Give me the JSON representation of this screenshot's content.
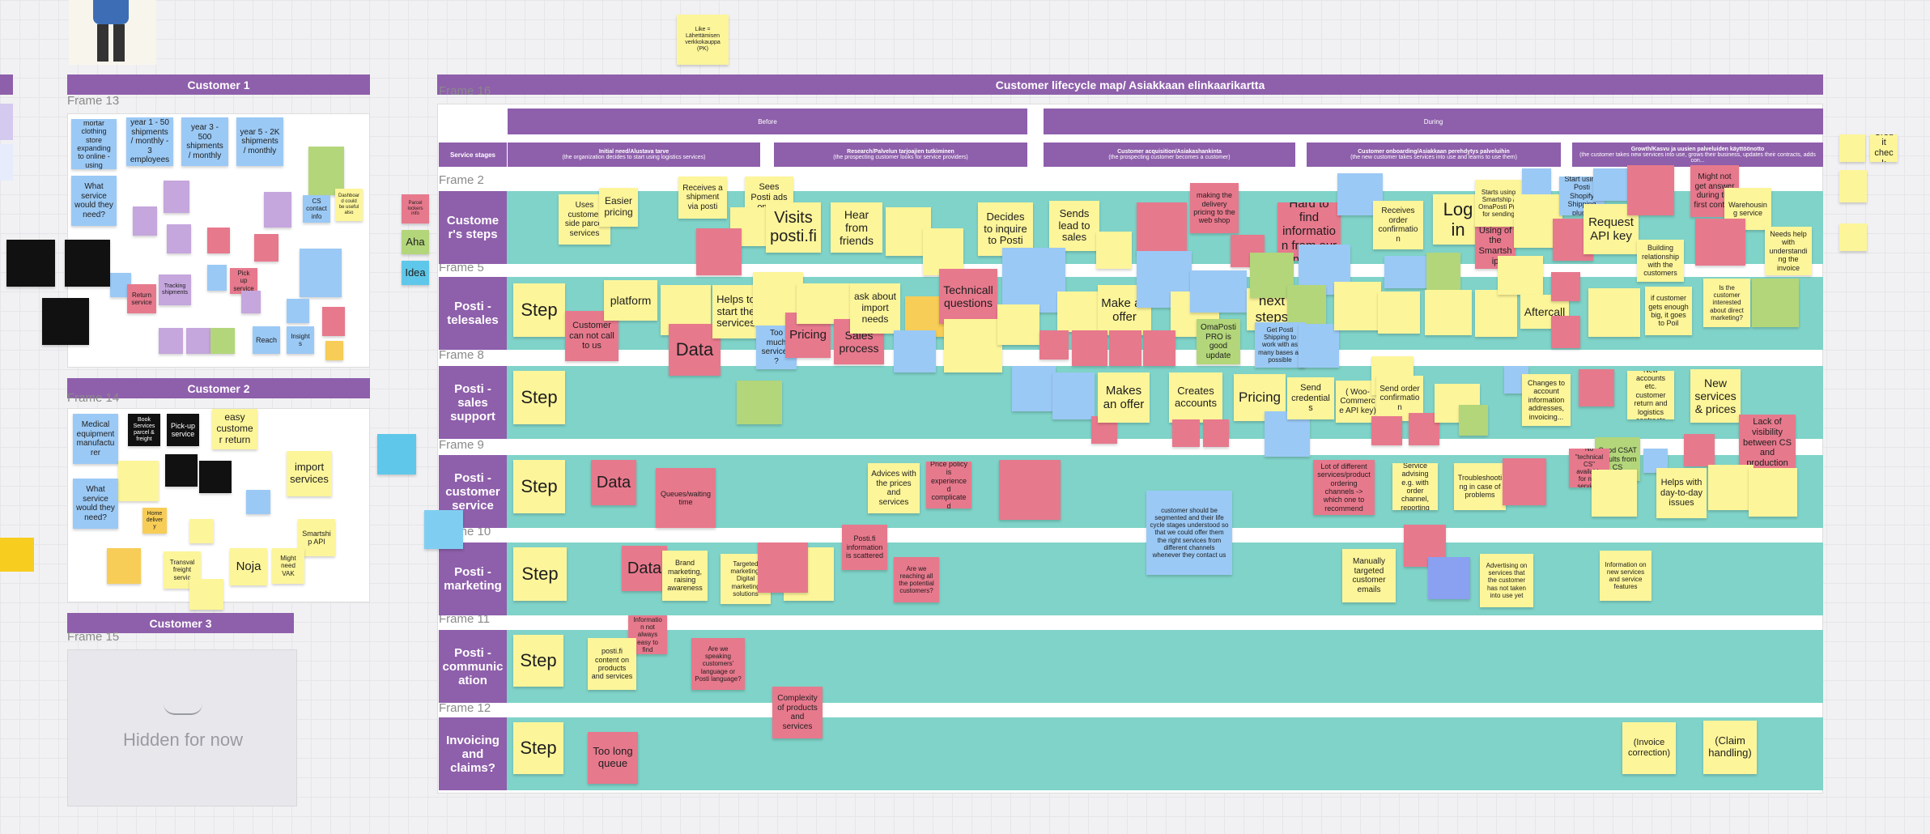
{
  "frames": {
    "f13": "Frame 13",
    "f14": "Frame 14",
    "f15": "Frame 15",
    "f16": "Frame 16",
    "f2": "Frame 2",
    "f5": "Frame 5",
    "f8": "Frame 8",
    "f9": "Frame 9",
    "f10": "Frame 10",
    "f11": "Frame 11",
    "f12": "Frame 12"
  },
  "customers": {
    "c1": "Customer 1",
    "c2": "Customer 2",
    "c3": "Customer 3",
    "hidden": "Hidden for now"
  },
  "map": {
    "title": "Customer lifecycle map/ Asiakkaan elinkaarikartta",
    "before": "Before",
    "during": "During",
    "service_stages": "Service stages",
    "phases": [
      {
        "title": "Initial need/Alustava tarve",
        "sub": "(the organization decides to start using logistics services)"
      },
      {
        "title": "Research/Palvelun tarjoajien tutkiminen",
        "sub": "(the prospecting customer looks for service providers)"
      },
      {
        "title": "Customer acquisition/Asiakashankinta",
        "sub": "(the prospecting customer becomes a customer)"
      },
      {
        "title": "Customer onboarding/Asiakkaan perehdytys palveluihin",
        "sub": "(the new customer takes services into use and learns to use them)"
      },
      {
        "title": "Growth/Kasvu ja uusien palveluiden käyttöönotto",
        "sub": "(the customer takes new services into use, grows their business, updates their contracts, adds con..."
      }
    ],
    "lanes": [
      "Custome r's steps",
      "Posti - telesales",
      "Posti - sales support",
      "Posti - customer service",
      "Posti - marketing",
      "Posti - communic ation",
      "Invoicing and claims?"
    ],
    "step": "Step"
  },
  "notes": {
    "top_likes": "Like = Lähettämisen verkkokauppa (PK)",
    "credit": "Credit check",
    "c1_a": "brick & mortar clothing store expanding to online - using shopify",
    "c1_b": "year 1 - 50 shipments / monthly - 3 employees",
    "c1_c": "year 3 - 500 shipments / monthly",
    "c1_d": "year 5 - 2K shipments / monthly",
    "c1_e": "What service would they need?",
    "c1_f": "CS contact info",
    "c1_g": "Dashboard could be useful also",
    "c1_h": "Return service",
    "c1_i": "Pick up service",
    "c1_j": "Reach",
    "c1_k": "Insights",
    "c1_l": "Tracking shipments",
    "parcel_lockers": "Parcel lockers info",
    "aha": "Aha",
    "idea": "Idea",
    "c2_a": "Medical equipment manufacturer",
    "c2_b": "Book Services parcel & freight",
    "c2_c": "Pick-up service",
    "c2_d": "easy customer return",
    "c2_e": "What service would they need?",
    "c2_f": "import services",
    "c2_g": "Smartship API",
    "c2_h": "Noja",
    "c2_i": "Might need VAK",
    "c2_j": "Transval freight servic",
    "c2_k": "Home delivery",
    "s_uses": "Uses customer side parcel services",
    "s_easier": "Easier pricing",
    "s_receives": "Receives a shipment via posti",
    "s_sees": "Sees Posti ads online",
    "s_visits": "Visits posti.fi",
    "s_hear": "Hear from friends",
    "s_decides": "Decides to inquire to Posti",
    "s_sends": "Sends lead to sales",
    "s_making": "making the delivery pricing to the web shop",
    "s_hard": "Hard to find information from our pages",
    "s_receives2": "Receives order confirmation",
    "s_log": "Log in",
    "s_using": "Using of the Smartship",
    "s_starts": "Starts using Smartship / OmaPosti Pro for sending",
    "s_startsp": "Start using Posti Shopify Shipping plugin",
    "s_request": "Request API key",
    "s_mightnot": "Might not get answer during the first contact",
    "s_warehousing": "Warehousing service",
    "s_building": "Building relationship with the customers",
    "s_needs": "Needs help with understanding the invoice",
    "t_platform": "platform",
    "t_helps": "Helps to start the services",
    "t_cust": "Customer can not call to us",
    "t_data": "Data",
    "t_too": "Too much services?",
    "t_pricing": "Pricing",
    "t_sales": "Sales process",
    "t_ask": "ask about import needs",
    "t_tech": "Technicall questions",
    "t_make": "Make an offer",
    "t_next": "next steps",
    "t_omaposti": "OmaPosti PRO is good update",
    "t_getpost": "Get Posti Shipping to work with as many bases as possible",
    "t_after": "Aftercall",
    "t_custgets": "if customer gets enough big, it goes to Poil",
    "t_interested": "Is the customer interested about direct marketing?",
    "ss_makes": "Makes an offer",
    "ss_creates": "Creates accounts",
    "ss_pricing": "Pricing",
    "ss_send": "Send credentials",
    "ss_woo": "( Woo-Commerce API key)",
    "ss_sendorder": "Send order confirmation",
    "ss_changes": "Changes to account information addresses, invoicing...",
    "ss_good": "Good CSAT results from CS",
    "ss_newacc": "New accounts etc. customer return and logistics contracts",
    "ss_newserv": "New services & prices",
    "ss_lack": "Lack of visibility between CS and production",
    "cs_data": "Data",
    "cs_queue": "Queues/waiting time",
    "cs_advices": "Advices with the prices and services",
    "cs_price": "Price policy is experienced complicated",
    "cs_seg": "customer should be segmented and their life cycle stages understood so that we could offer them the right services from different channels whenever they contact us",
    "cs_lot": "Lot of different services/product ordering channels -> which one to recommend",
    "cs_service": "Service advising e.g. with order channel, reporting",
    "cs_trouble": "Troubleshooting in case of problems",
    "cs_new": "No \"technical CS\" available for new services",
    "cs_helps": "Helps with day-to-day issues",
    "m_data": "Data",
    "m_brand": "Brand marketing, raising awareness",
    "m_posti": "Posti.fi information is scattered",
    "m_reaching": "Are we reaching all the potential customers?",
    "m_targeted": "Targeted marketing, Digital marketing solutions",
    "m_manually": "Manually targeted customer emails",
    "m_adv": "Advertising on services that the customer has not taken into use yet",
    "m_info": "Information on new services and service features",
    "co_info": "Information not always easy to find",
    "co_posti": "posti.fi content on products and services",
    "co_are": "Are we speaking customers' language or Posti language?",
    "co_complex": "Complexity of products and services",
    "i_too": "Too long queue",
    "i_invoice": "(Invoice correction)",
    "i_claim": "(Claim handling)"
  }
}
